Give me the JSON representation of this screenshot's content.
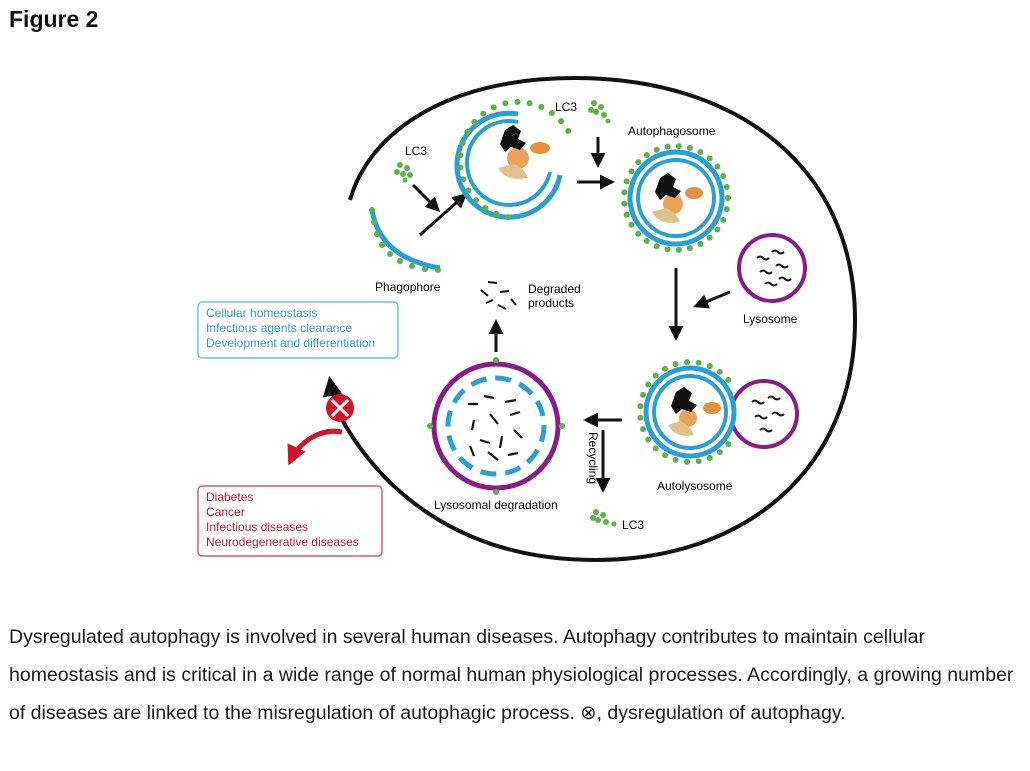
{
  "figure": {
    "title": "Figure 2",
    "labels": {
      "lc3_top": "LC3",
      "lc3_left": "LC3",
      "lc3_bottom": "LC3",
      "autophagosome": "Autophagosome",
      "phagophore": "Phagophore",
      "degraded_line1": "Degraded",
      "degraded_line2": "products",
      "lysosome": "Lysosome",
      "autolysosome": "Autolysosome",
      "lysosomal_degradation": "Lysosomal degradation",
      "recycling": "Recycling"
    },
    "functions_box": [
      "Cellular homeostasis",
      "Infectious agents clearance",
      "Development and differentiation"
    ],
    "diseases_box": [
      "Diabetes",
      "Cancer",
      "Infectious diseases",
      "Neurodegenerative diseases"
    ],
    "colors": {
      "membrane_blue": "#2a9fd6",
      "lc3_green": "#5bb347",
      "lysosome_purple": "#8b1a8b",
      "functions_text": "#2a9fd6",
      "disease_red": "#c0162f",
      "cargo_orange": "#e8913a",
      "cargo_tan": "#e3c08a"
    }
  },
  "caption": "Dysregulated autophagy is involved in several human diseases. Autophagy contributes to maintain cellular homeostasis and is critical in a wide range of normal human physiological processes. Accordingly, a growing number of diseases are linked to the misregulation of autophagic process. ⊗, dysregulation of autophagy."
}
